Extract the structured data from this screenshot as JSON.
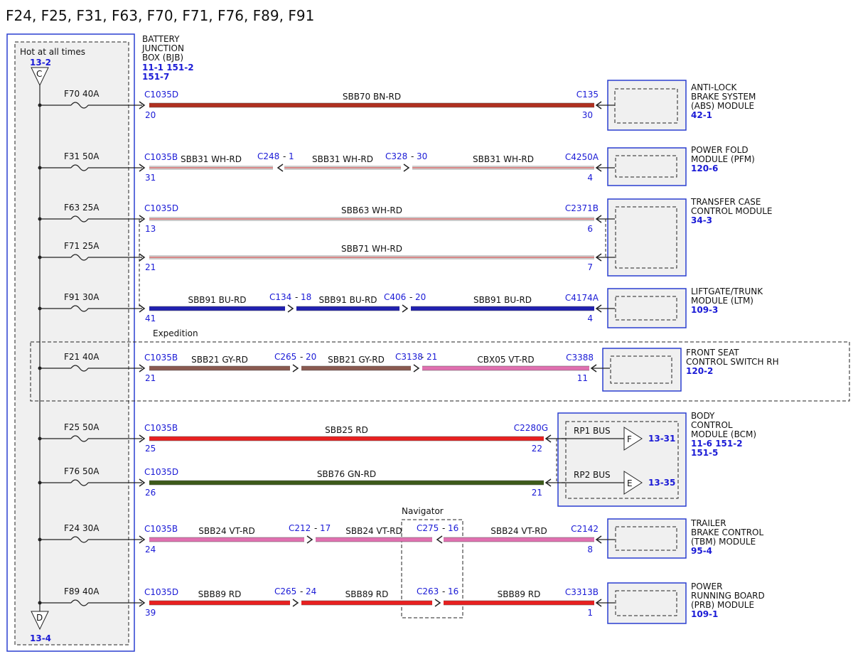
{
  "page_title": "F24, F25, F31, F63, F70, F71, F76, F89, F91",
  "bjb": {
    "name_lines": [
      "BATTERY",
      "JUNCTION",
      "BOX (BJB)"
    ],
    "ref_line1": "11-1  151-2",
    "ref_line2": "151-7",
    "hot_label": "Hot at all times",
    "top_ref": "13-2",
    "top_letter": "C",
    "bottom_ref": "13-4",
    "bottom_letter": "D"
  },
  "circuits": [
    {
      "id": "f70",
      "fuse": "F70  40A",
      "conn": "C1035D",
      "pin": "20",
      "segments": [
        {
          "label": "SBB70  BN-RD",
          "color": "#b03020",
          "style": "thick"
        }
      ],
      "inline": [],
      "end_conn": "C135",
      "end_pin": "30"
    },
    {
      "id": "f31",
      "fuse": "F31  50A",
      "conn": "C1035B",
      "pin": "31",
      "segments": [
        {
          "label": "SBB31  WH-RD",
          "color": "#c04040",
          "style": "thin"
        },
        {
          "label": "SBB31  WH-RD",
          "color": "#c04040",
          "style": "thin"
        },
        {
          "label": "SBB31  WH-RD",
          "color": "#c04040",
          "style": "thin"
        }
      ],
      "inline": [
        {
          "conn": "C248",
          "pin": "1"
        },
        {
          "conn": "C328",
          "pin": "30"
        }
      ],
      "end_conn": "C4250A",
      "end_pin": "4"
    },
    {
      "id": "f63",
      "fuse": "F63  25A",
      "conn": "C1035D",
      "pin": "13",
      "segments": [
        {
          "label": "SBB63  WH-RD",
          "color": "#c04040",
          "style": "thin"
        }
      ],
      "inline": [],
      "end_conn": "C2371B",
      "end_pin": "6"
    },
    {
      "id": "f71",
      "fuse": "F71  25A",
      "conn": "",
      "pin": "21",
      "segments": [
        {
          "label": "SBB71  WH-RD",
          "color": "#c04040",
          "style": "thin"
        }
      ],
      "inline": [],
      "end_conn": "",
      "end_pin": "7"
    },
    {
      "id": "f91",
      "fuse": "F91  30A",
      "conn": "",
      "pin": "41",
      "segments": [
        {
          "label": "SBB91  BU-RD",
          "color": "#2020b0",
          "style": "thick"
        },
        {
          "label": "SBB91  BU-RD",
          "color": "#2020b0",
          "style": "thick"
        },
        {
          "label": "SBB91  BU-RD",
          "color": "#2020b0",
          "style": "thick"
        }
      ],
      "inline": [
        {
          "conn": "C134",
          "pin": "18"
        },
        {
          "conn": "C406",
          "pin": "20"
        }
      ],
      "end_conn": "C4174A",
      "end_pin": "4"
    },
    {
      "id": "f21",
      "fuse": "F21  40A",
      "conn": "C1035B",
      "pin": "21",
      "segments": [
        {
          "label": "SBB21  GY-RD",
          "color": "#8a5a50",
          "style": "thick"
        },
        {
          "label": "SBB21  GY-RD",
          "color": "#8a5a50",
          "style": "thick"
        },
        {
          "label": "CBX05  VT-RD",
          "color": "#e070b0",
          "style": "thick"
        }
      ],
      "inline": [
        {
          "conn": "C265",
          "pin": "20"
        },
        {
          "conn": "C3138",
          "pin": "21"
        }
      ],
      "end_conn": "C3388",
      "end_pin": "11"
    },
    {
      "id": "f25",
      "fuse": "F25  50A",
      "conn": "C1035B",
      "pin": "25",
      "segments": [
        {
          "label": "SBB25  RD",
          "color": "#e82020",
          "style": "thick"
        }
      ],
      "inline": [],
      "end_conn": "C2280G",
      "end_pin": "22"
    },
    {
      "id": "f76",
      "fuse": "F76  50A",
      "conn": "C1035D",
      "pin": "26",
      "segments": [
        {
          "label": "SBB76  GN-RD",
          "color": "#3d5a1a",
          "style": "thick"
        }
      ],
      "inline": [],
      "end_conn": "",
      "end_pin": "21"
    },
    {
      "id": "f24",
      "fuse": "F24  30A",
      "conn": "C1035B",
      "pin": "24",
      "segments": [
        {
          "label": "SBB24  VT-RD",
          "color": "#e070b0",
          "style": "thick"
        },
        {
          "label": "SBB24  VT-RD",
          "color": "#e070b0",
          "style": "thick"
        },
        {
          "label": "SBB24  VT-RD",
          "color": "#e070b0",
          "style": "thick"
        }
      ],
      "inline": [
        {
          "conn": "C212",
          "pin": "17"
        },
        {
          "conn": "C275",
          "pin": "16"
        }
      ],
      "end_conn": "C2142",
      "end_pin": "8"
    },
    {
      "id": "f89",
      "fuse": "F89  40A",
      "conn": "C1035D",
      "pin": "39",
      "segments": [
        {
          "label": "SBB89  RD",
          "color": "#e82020",
          "style": "thick"
        },
        {
          "label": "SBB89  RD",
          "color": "#e82020",
          "style": "thick"
        },
        {
          "label": "SBB89  RD",
          "color": "#e82020",
          "style": "thick"
        }
      ],
      "inline": [
        {
          "conn": "C265",
          "pin": "24"
        },
        {
          "conn": "C263",
          "pin": "16"
        }
      ],
      "end_conn": "C3313B",
      "end_pin": "1"
    }
  ],
  "modules": [
    {
      "id": "abs",
      "lines": [
        "ANTI-LOCK",
        "BRAKE SYSTEM",
        "(ABS) MODULE"
      ],
      "ref": "42-1"
    },
    {
      "id": "pfm",
      "lines": [
        "POWER FOLD",
        "MODULE (PFM)"
      ],
      "ref": "120-6"
    },
    {
      "id": "tcc",
      "lines": [
        "TRANSFER CASE",
        "CONTROL MODULE"
      ],
      "ref": "34-3"
    },
    {
      "id": "ltm",
      "lines": [
        "LIFTGATE/TRUNK",
        "MODULE (LTM)"
      ],
      "ref": "109-3"
    },
    {
      "id": "fsc",
      "lines": [
        "FRONT SEAT",
        "CONTROL SWITCH RH"
      ],
      "ref": "120-2"
    },
    {
      "id": "bcm",
      "lines": [
        "BODY",
        "CONTROL",
        "MODULE (BCM)"
      ],
      "ref": "11-6  151-2",
      "ref2": "151-5"
    },
    {
      "id": "tbm",
      "lines": [
        "TRAILER",
        "BRAKE CONTROL",
        "(TBM) MODULE"
      ],
      "ref": "95-4"
    },
    {
      "id": "prb",
      "lines": [
        "POWER",
        "RUNNING BOARD",
        "(PRB) MODULE"
      ],
      "ref": "109-1"
    }
  ],
  "bcm_bus": [
    {
      "label": "RP1 BUS",
      "letter": "F",
      "ref": "13-31"
    },
    {
      "label": "RP2 BUS",
      "letter": "E",
      "ref": "13-35"
    }
  ],
  "options": {
    "expedition": "Expedition",
    "navigator": "Navigator"
  },
  "colors": {
    "frame": "#2a3fd0",
    "ref_text": "#1a1ad6",
    "panel": "#f0f0f0"
  }
}
